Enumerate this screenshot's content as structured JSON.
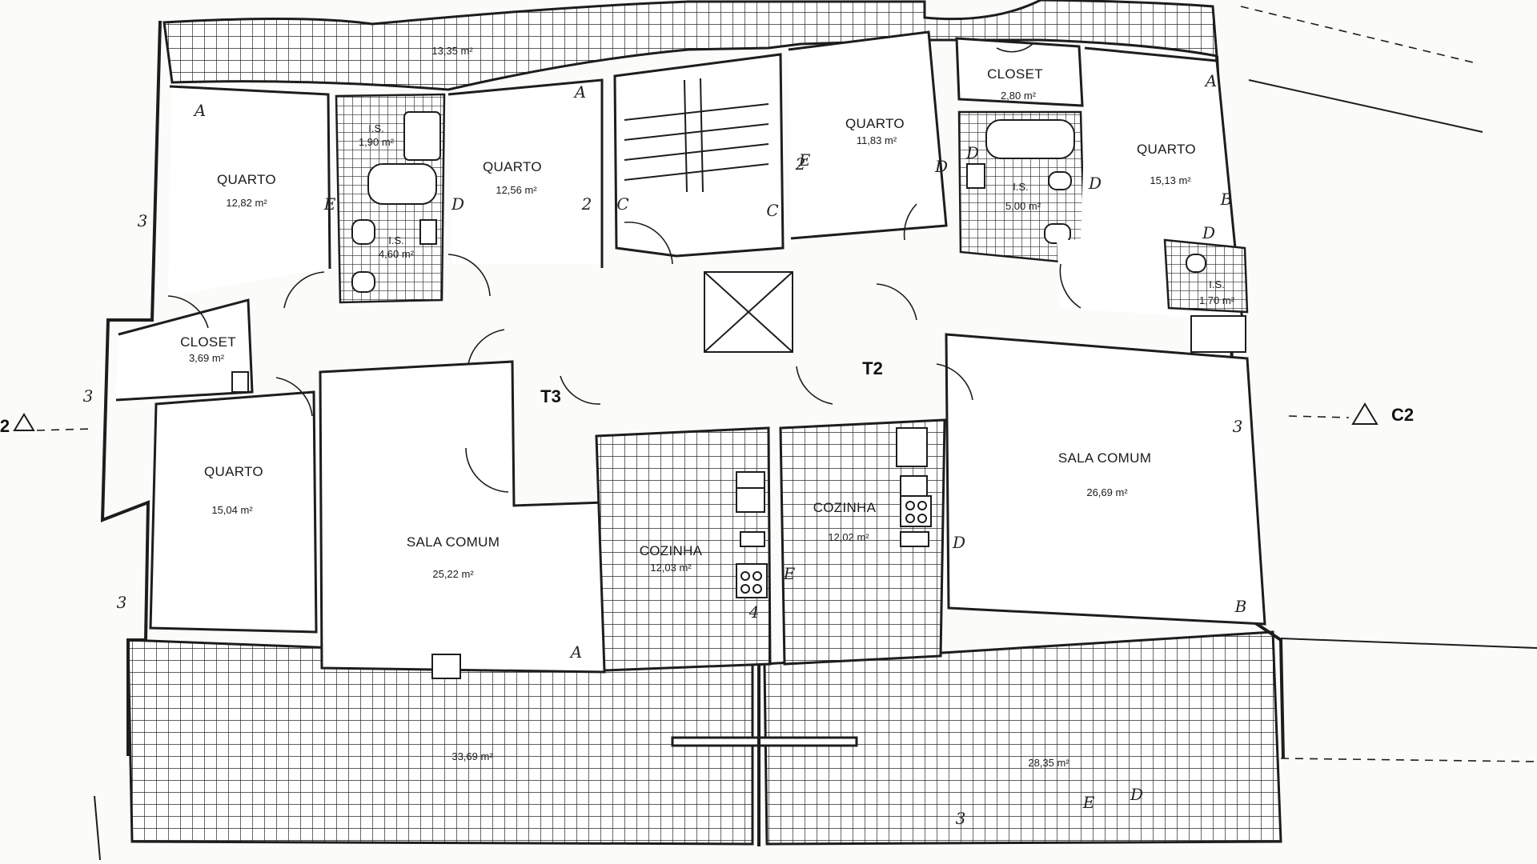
{
  "rooms": {
    "quarto_tl": {
      "name": "QUARTO",
      "area": "12,82 m²"
    },
    "quarto_tc": {
      "name": "QUARTO",
      "area": "12,56 m²"
    },
    "wc_tl": {
      "name": "I.S.",
      "area": "4,60 m²"
    },
    "ensuite_tl": {
      "name": "I.S.",
      "area": "1,90 m²"
    },
    "closet_l": {
      "name": "CLOSET",
      "area": "3,69 m²"
    },
    "quarto_l": {
      "name": "QUARTO",
      "area": "15,04 m²"
    },
    "sala_l": {
      "name": "SALA COMUM",
      "area": "25,22 m²"
    },
    "cozinha_l": {
      "name": "COZINHA",
      "area": "12,03 m²"
    },
    "cozinha_r": {
      "name": "COZINHA",
      "area": "12,02 m²"
    },
    "quarto_tr1": {
      "name": "QUARTO",
      "area": "11,83 m²"
    },
    "closet_r": {
      "name": "CLOSET",
      "area": "2,80 m²"
    },
    "wc_r": {
      "name": "I.S.",
      "area": "5,00 m²"
    },
    "quarto_tr2": {
      "name": "QUARTO",
      "area": "15,13 m²"
    },
    "ensuite_r": {
      "name": "I.S.",
      "area": "1,70 m²"
    },
    "sala_r": {
      "name": "SALA COMUM",
      "area": "26,69 m²"
    }
  },
  "terraces": {
    "top": {
      "area": "13,35 m²"
    },
    "bottom_left": {
      "area": "33,69 m²"
    },
    "bottom_right": {
      "area": "28,35 m²"
    }
  },
  "units": {
    "left": "T3",
    "right": "T2"
  },
  "section_marks": {
    "left": "2",
    "right": "C2"
  },
  "finish_codes": [
    "A",
    "A",
    "A",
    "A",
    "B",
    "B",
    "C",
    "C",
    "D",
    "D",
    "D",
    "D",
    "D",
    "D",
    "D",
    "E",
    "E",
    "E",
    "E",
    "3",
    "3",
    "3",
    "3",
    "3",
    "4",
    "2",
    "2"
  ]
}
